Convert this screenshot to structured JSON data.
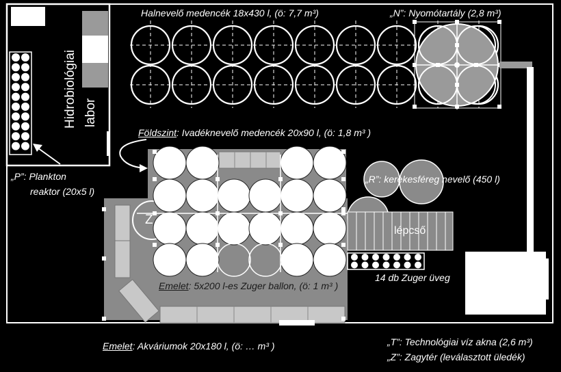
{
  "labels": {
    "halnevelo": "Halnevelő medencék 18x430 l, (ö: 7,7 m³)",
    "nyomotartaly": "„N”: Nyomótartály (2,8 m³)",
    "hidrobiologiai": "Hidrobiológiai",
    "labor": "labor",
    "foldszint_lead": "Földszint",
    "foldszint_rest": ": Ivadéknevelő medencék 20x90 l, (ö: 1,8 m³ )",
    "plankton_1": "„P”: Plankton",
    "plankton_2": "reaktor (20x5 l)",
    "kerekesfereg": "„R”: kerekesféreg nevelő (450 l)",
    "z_marker": "Z",
    "lepcso": "lépcső",
    "zuger_uveg": "14 db Zuger üveg",
    "emelet_zuger_lead": "Emelet",
    "emelet_zuger_rest": ": 5x200 l-es Zuger ballon, (ö: 1 m³ )",
    "emelet_akvarium_lead": "Emelet",
    "emelet_akvarium_rest": ": Akváriumok 20x180 l, (ö: … m³ )",
    "technologiai": "„T”: Technológiai víz akna (2,6 m³)",
    "zagyter": "„Z”: Zagytér (leválasztott üledék)"
  },
  "colors": {
    "background": "#000000",
    "line": "#ffffff",
    "floor_gray": "#8a8a8a",
    "light_gray": "#c8c8c8",
    "mid_gray": "#9a9a9a"
  }
}
